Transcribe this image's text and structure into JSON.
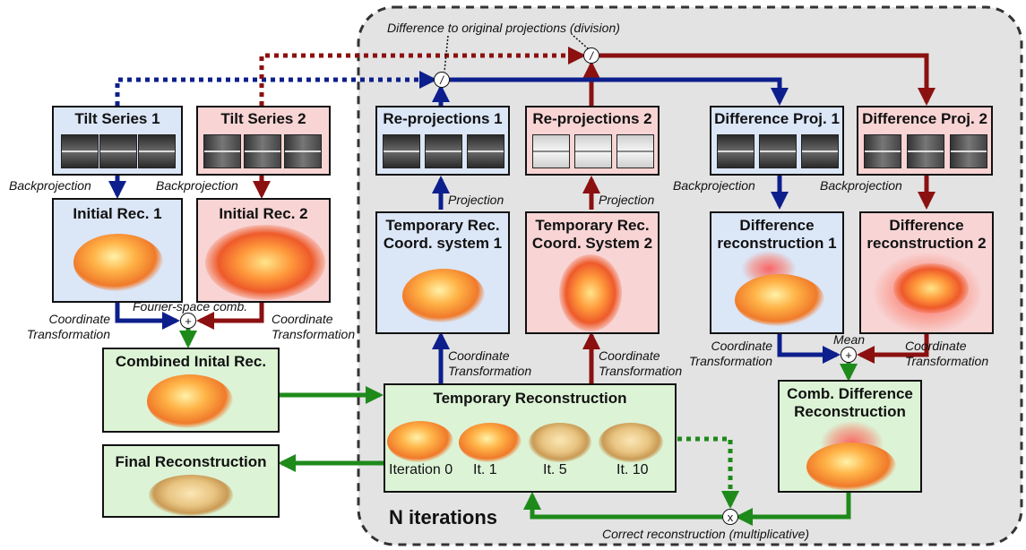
{
  "labels": {
    "tilt1": "Tilt Series 1",
    "tilt2": "Tilt Series 2",
    "reproj1": "Re-projections 1",
    "reproj2": "Re-projections 2",
    "diffproj1": "Difference Proj. 1",
    "diffproj2": "Difference Proj. 2",
    "init1": "Initial Rec. 1",
    "init2": "Initial Rec. 2",
    "temp1": "Temporary Rec.\nCoord. system 1",
    "temp2": "Temporary Rec.\nCoord. System 2",
    "diffrec1": "Difference\nreconstruction 1",
    "diffrec2": "Difference\nreconstruction 2",
    "combinit": "Combined Inital Rec.",
    "temprec": "Temporary Reconstruction",
    "combdiff": "Comb. Difference\nReconstruction",
    "final": "Final Reconstruction",
    "it0": "Iteration 0",
    "it1": "It. 1",
    "it5": "It. 5",
    "it10": "It. 10"
  },
  "edge_labels": {
    "difference_division": "Difference to original projections (division)",
    "backprojection": "Backprojection",
    "projection": "Projection",
    "fourier": "Fourier-space comb.",
    "coord_transform": "Coordinate\nTransformation",
    "mean": "Mean",
    "correct": "Correct reconstruction (multiplicative)",
    "n_iterations": "N iterations"
  },
  "operators": {
    "divide": "/",
    "plus": "+",
    "times": "x"
  },
  "colors": {
    "blue_flow": "#0d1f8c",
    "red_flow": "#8b1010",
    "green_flow": "#1e8a1a",
    "blue_box": "#dbe6f7",
    "red_box": "#f8d4d4",
    "green_box": "#dcf3d6",
    "iteration_region": "#e3e3e3"
  }
}
